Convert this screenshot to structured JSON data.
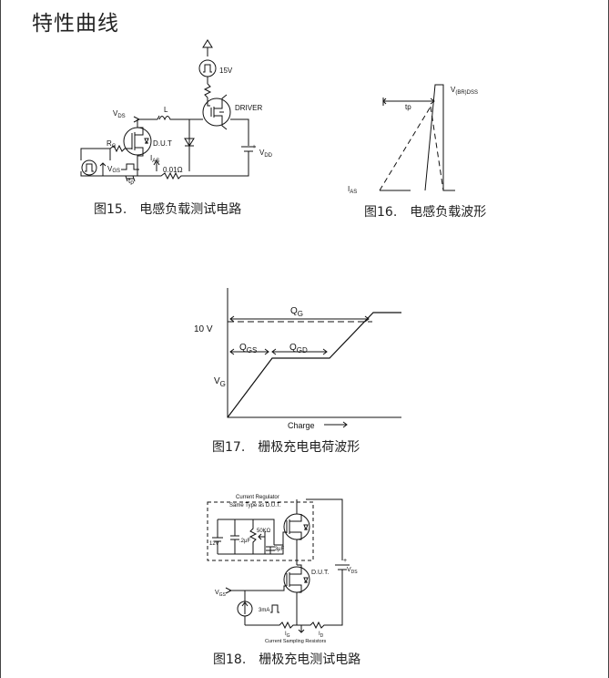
{
  "heading": "特性曲线",
  "figures": {
    "fig15": {
      "number": "图15.",
      "caption": "电感负载测试电路",
      "labels": {
        "voltage_15": "15V",
        "driver": "DRIVER",
        "vds": "V",
        "vds_sub": "DS",
        "l": "L",
        "rg": "R",
        "rg_sub": "G",
        "dut": "D.U.T",
        "ias": "I",
        "ias_sub": "AS",
        "vgs": "V",
        "vgs_sub": "GS",
        "tp": "t",
        "tp_sub": "P",
        "res": "0.01Ω",
        "vdd": "V",
        "vdd_sub": "DD"
      }
    },
    "fig16": {
      "number": "图16.",
      "caption": "电感负载波形",
      "labels": {
        "vbr": "V",
        "vbr_sub": "(BR)DSS",
        "tp": "tp",
        "ias": "I",
        "ias_sub": "AS"
      }
    },
    "fig17": {
      "number": "图17.",
      "caption": "栅极充电电荷波形",
      "labels": {
        "qg": "Q",
        "qg_sub": "G",
        "v10": "10 V",
        "qgs": "Q",
        "qgs_sub": "GS",
        "qgd": "Q",
        "qgd_sub": "GD",
        "vg": "V",
        "vg_sub": "G",
        "charge": "Charge"
      }
    },
    "fig18": {
      "number": "图18.",
      "caption": "栅极充电测试电路",
      "labels": {
        "regulator_line1": "Current Regulator",
        "regulator_line2": "Same Type as D.U.T.",
        "r50k": "50KΩ",
        "v12": "12V",
        "c2uf": ".2μF",
        "c3uf": ".3μF",
        "dut": "D.U.T.",
        "vds": "V",
        "vds_sub": "DS",
        "vgs": "V",
        "vgs_sub": "GS",
        "ma3": "3mA",
        "ig": "I",
        "ig_sub": "G",
        "id": "I",
        "id_sub": "D",
        "sampling": "Current Sampling Resistors"
      }
    }
  }
}
